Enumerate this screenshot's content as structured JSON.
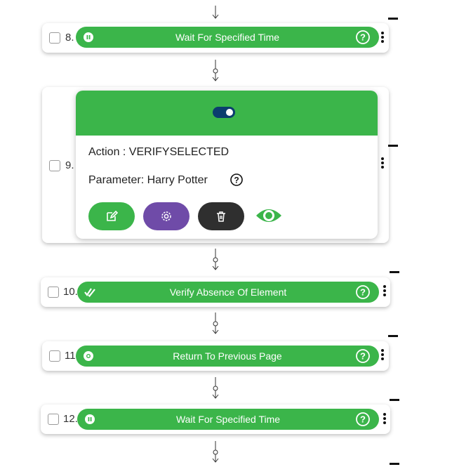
{
  "steps": [
    {
      "number": "8.",
      "label": "Wait For Specified Time",
      "icon": "pause-icon"
    },
    {
      "number": "9.",
      "action": "Action : VERIFYSELECTED",
      "parameter": "Parameter: Harry Potter"
    },
    {
      "number": "10.",
      "label": "Verify Absence Of Element",
      "icon": "double-check-icon"
    },
    {
      "number": "11.",
      "label": "Return To Previous Page",
      "icon": "browser-icon"
    },
    {
      "number": "12.",
      "label": "Wait For Specified Time",
      "icon": "pause-icon"
    }
  ],
  "colors": {
    "bar_green": "#3bb54a",
    "toggle_navy": "#0b3d6e",
    "settings_purple": "#6f4ba8",
    "delete_dark": "#2f2f2f"
  },
  "popup_buttons": [
    "edit-icon",
    "settings-icon",
    "delete-icon",
    "eye-icon"
  ]
}
